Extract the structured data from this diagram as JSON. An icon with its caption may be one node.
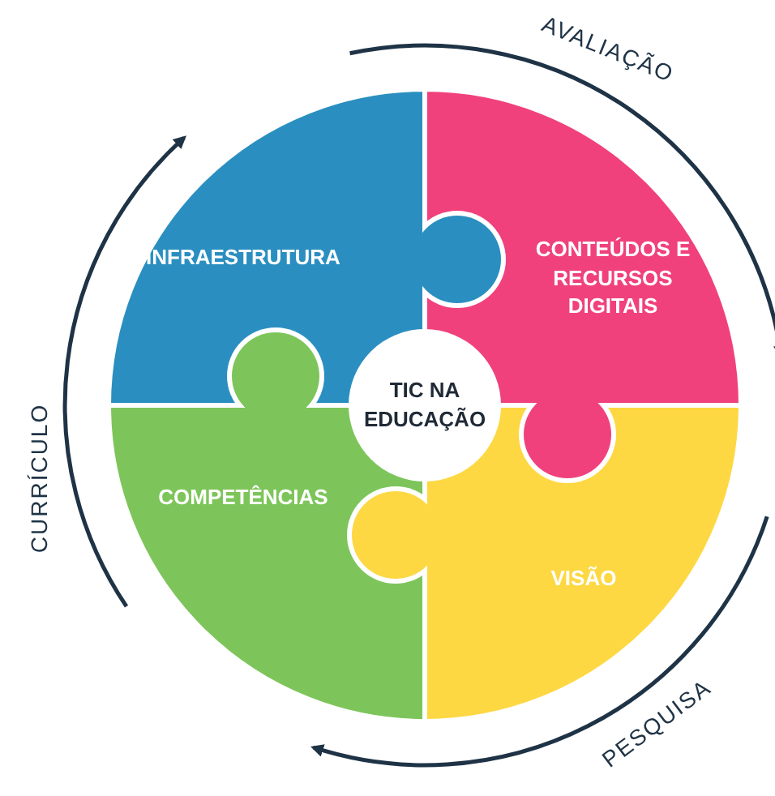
{
  "diagram": {
    "nodes": [
      {
        "text": [
          "INFRAESTRUTURA"
        ]
      },
      {
        "text": [
          "CONTEÚDOS E RECURSOS DIGITAIS"
        ]
      },
      {
        "text": [
          "TIC NA EDUCAÇÃO"
        ]
      },
      {
        "text": [
          "COMPETÊNCIAS"
        ]
      },
      {
        "text": [
          "VISÃO"
        ]
      }
    ],
    "labels": [
      "AVALIAÇÃO",
      "CURRÍCULO",
      "PESQUISA"
    ]
  }
}
